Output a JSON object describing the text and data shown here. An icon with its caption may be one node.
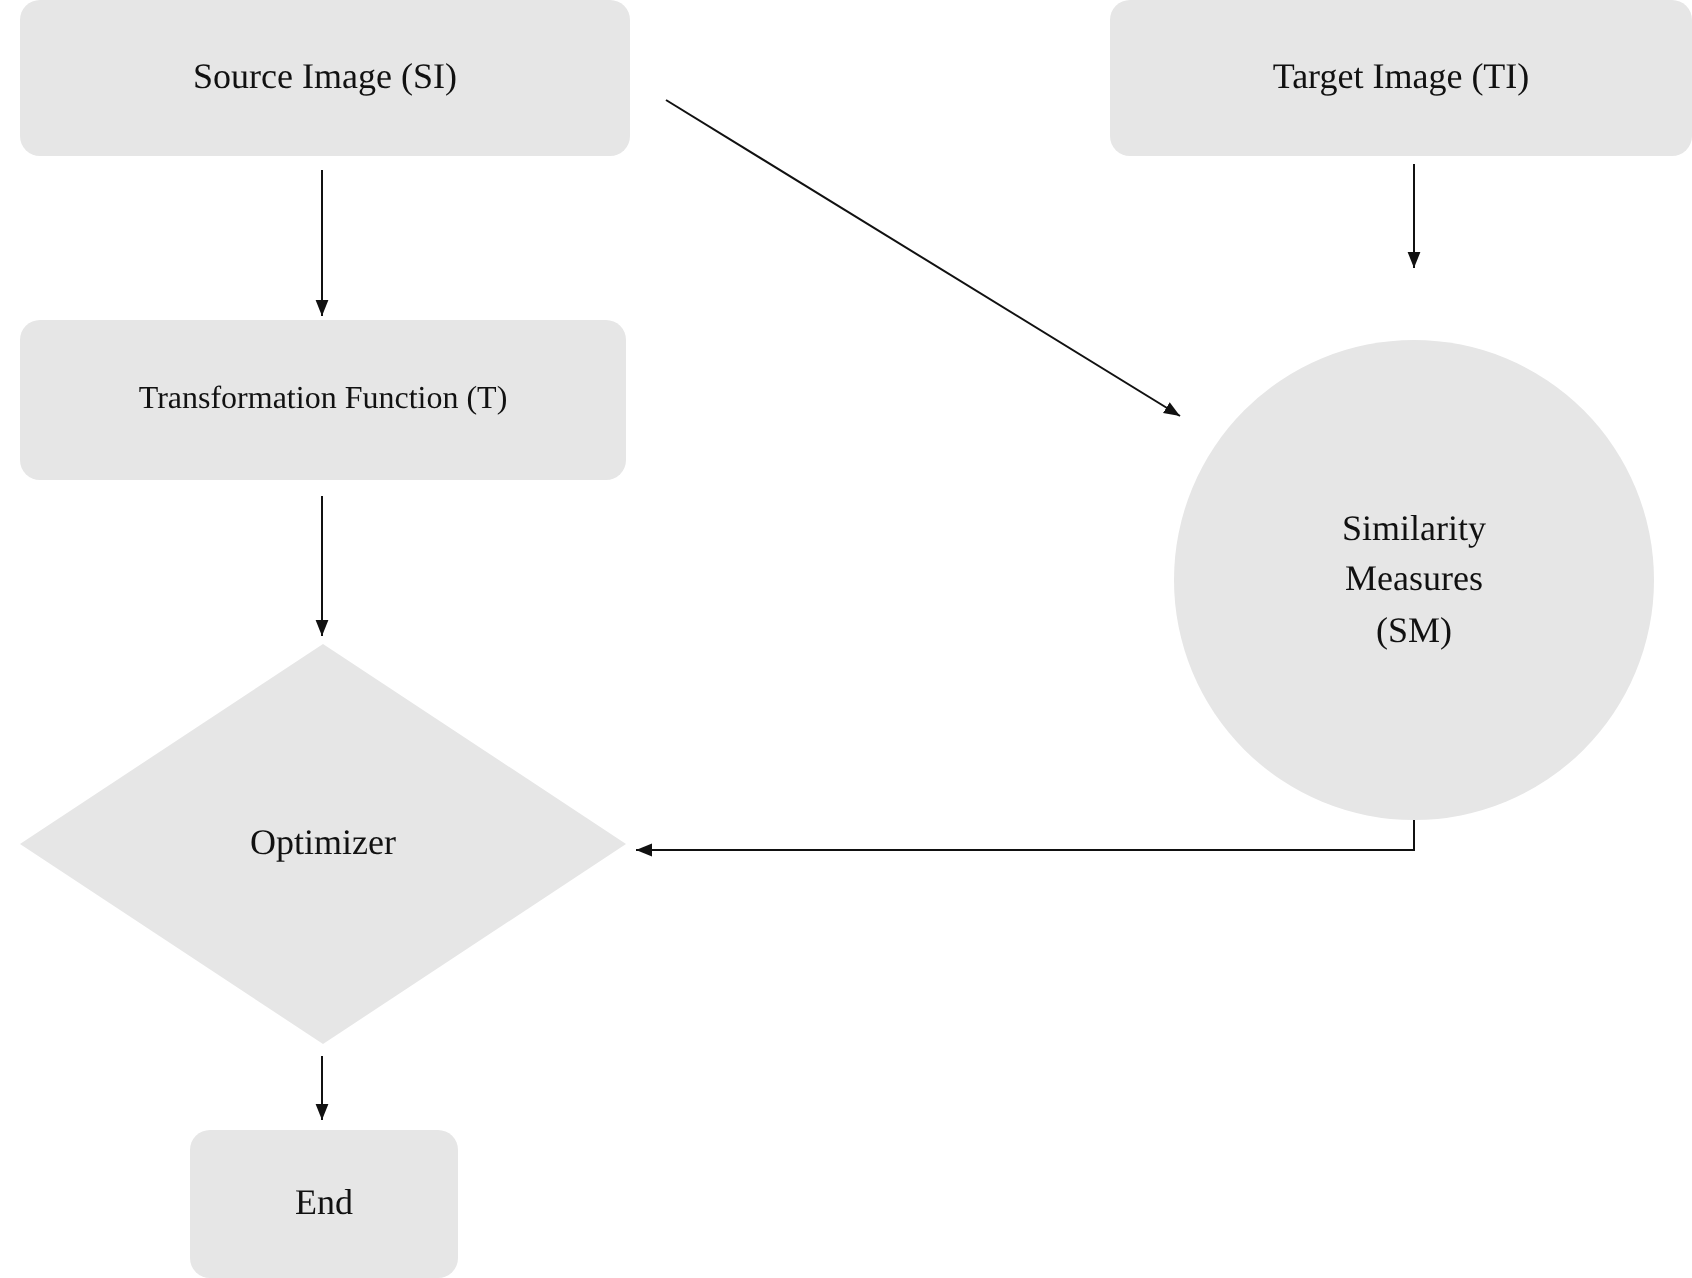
{
  "diagram": {
    "nodes": [
      {
        "text": [
          "Source Image (SI)"
        ]
      },
      {
        "text": [
          "Target Image (TI)"
        ]
      },
      {
        "text": [
          "Transformation Function (T)"
        ]
      },
      {
        "text": [
          "Similarity Measures (SM)"
        ]
      },
      {
        "text": [
          "Optimizer"
        ]
      },
      {
        "text": [
          "End"
        ]
      }
    ],
    "edges": [
      {
        "from": 0,
        "to": 2,
        "arrow": "to"
      },
      {
        "from": 0,
        "to": 3,
        "arrow": "to"
      },
      {
        "from": 1,
        "to": 3,
        "arrow": "to"
      },
      {
        "from": 2,
        "to": 4,
        "arrow": "to"
      },
      {
        "from": 3,
        "to": 4,
        "arrow": "to"
      },
      {
        "from": 4,
        "to": 5,
        "arrow": "to"
      }
    ]
  }
}
